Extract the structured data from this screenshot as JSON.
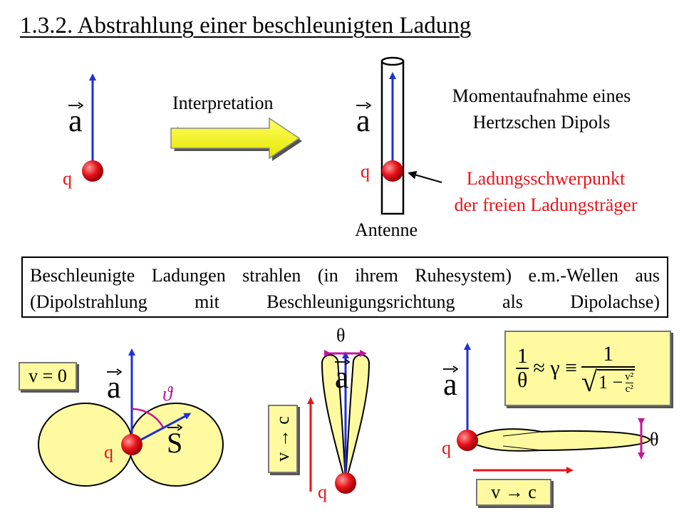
{
  "title": "1.3.2. Abstrahlung einer beschleunigten Ladung",
  "labels": {
    "interpretation": "Interpretation",
    "snapshot_line1": "Momentaufnahme eines",
    "snapshot_line2": "Hertzschen Dipols",
    "center_line1": "Ladungsschwerpunkt",
    "center_line2": "der freien Ladungsträger",
    "antenna": "Antenne",
    "charge": "q",
    "accel": "a",
    "poynting": "S",
    "vartheta": "ϑ",
    "theta": "θ"
  },
  "statement": "Beschleunigte Ladungen strahlen (in ihrem Ruhesystem) e.m.-Wellen aus (Dipolstrahlung mit Beschleunigungsrichtung als Dipolachse)",
  "boxes": {
    "v_zero": "v = 0",
    "v_to_c_vertical": "v → c",
    "v_to_c": "v → c"
  },
  "formula": {
    "one": "1",
    "theta": "θ",
    "approx_gamma_equiv": "≈ γ ≡",
    "one_minus": "1 −",
    "v2": "v²",
    "c2": "c²"
  },
  "colors": {
    "blue": "#1f2fd8",
    "red": "#e8141a",
    "magenta": "#c0189a",
    "yellow": "#fffaa0"
  }
}
